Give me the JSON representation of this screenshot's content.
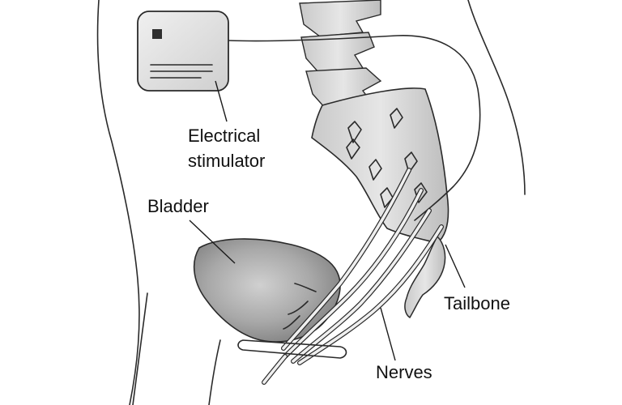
{
  "labels": {
    "stimulator_line1": "Electrical",
    "stimulator_line2": "stimulator",
    "bladder": "Bladder",
    "tailbone": "Tailbone",
    "nerves": "Nerves"
  },
  "colors": {
    "background": "#ffffff",
    "outline": "#2a2a2a",
    "bone_fill": "#d9d9d9",
    "bladder_fill": "#9e9e9e",
    "device_fill": "#e2e2e2"
  }
}
